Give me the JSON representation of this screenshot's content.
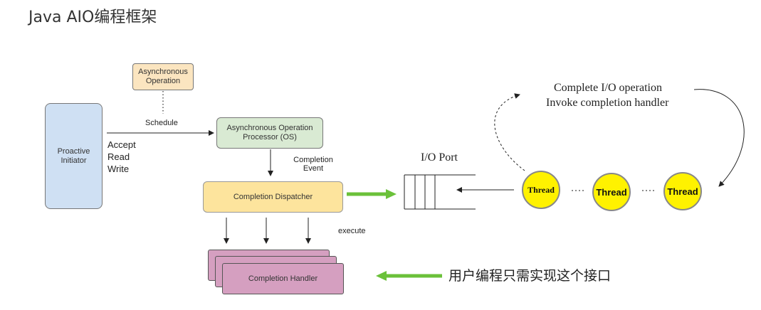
{
  "title": "Java AIO编程框架",
  "nodes": {
    "async_operation": "Asynchronous\nOperation",
    "proactive_initiator": "Proactive\nInitiator",
    "async_processor": "Asynchronous Operation\nProcessor (OS)",
    "completion_dispatcher": "Completion Dispatcher",
    "completion_handler": "Completion Handler",
    "io_port": "I/O Port"
  },
  "labels": {
    "schedule": "Schedule",
    "accept": "Accept",
    "read": "Read",
    "write": "Write",
    "completion_event": "Completion\nEvent",
    "execute": "execute",
    "cycle_line1": "Complete I/O operation",
    "cycle_line2": "Invoke completion handler",
    "note": "用户编程只需实现这个接口"
  },
  "threads": [
    "Thread",
    "Thread",
    "Thread"
  ],
  "colors": {
    "initiator": "#cfe0f3",
    "operation": "#fbe5c0",
    "processor": "#d9ead3",
    "dispatcher": "#fde49d",
    "handler": "#d59fc0",
    "thread": "#fff200",
    "green_arrow": "#6bc13a"
  }
}
